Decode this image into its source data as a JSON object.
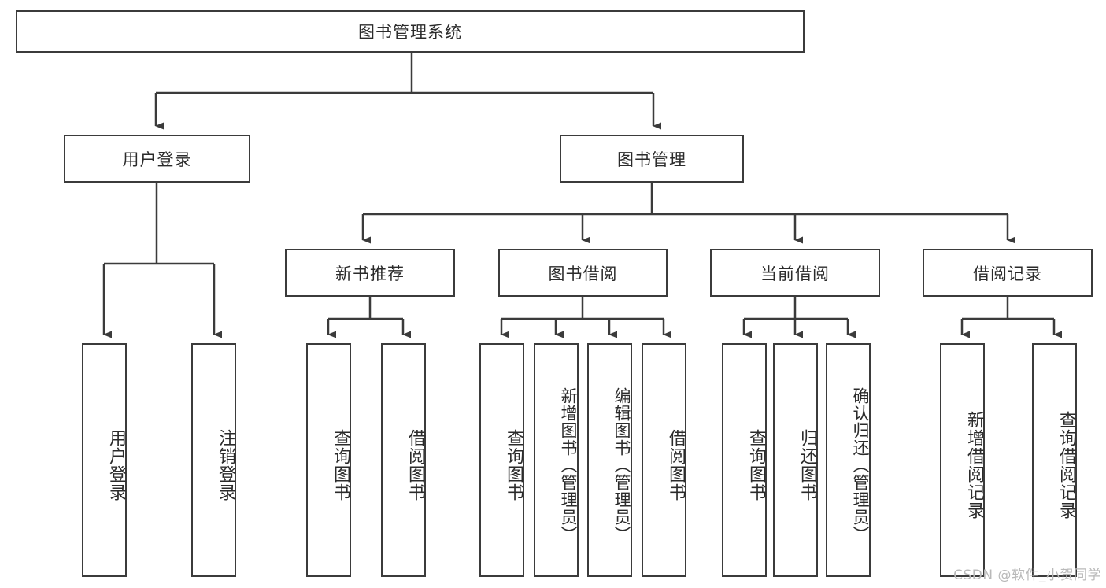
{
  "diagram": {
    "title": "图书管理系统",
    "type": "tree-hierarchy",
    "root": {
      "label": "图书管理系统"
    },
    "level2": [
      {
        "label": "用户登录"
      },
      {
        "label": "图书管理"
      }
    ],
    "level3": [
      {
        "label": "新书推荐"
      },
      {
        "label": "图书借阅"
      },
      {
        "label": "当前借阅"
      },
      {
        "label": "借阅记录"
      }
    ],
    "leaves": {
      "user_login": [
        {
          "label": "用户登录"
        },
        {
          "label": "注销登录"
        }
      ],
      "new_book_recommend": [
        {
          "label": "查询图书"
        },
        {
          "label": "借阅图书"
        }
      ],
      "book_borrow": [
        {
          "label": "查询图书"
        },
        {
          "label": "新增图书（管理员）"
        },
        {
          "label": "编辑图书（管理员）"
        },
        {
          "label": "借阅图书"
        }
      ],
      "current_borrow": [
        {
          "label": "查询图书"
        },
        {
          "label": "归还图书"
        },
        {
          "label": "确认归还（管理员）"
        }
      ],
      "borrow_record": [
        {
          "label": "新增借阅记录"
        },
        {
          "label": "查询借阅记录"
        }
      ]
    }
  },
  "watermark": {
    "text": "CSDN @软件_小贺同学"
  },
  "colors": {
    "border": "#3b3b3b",
    "text": "#2b2b2b",
    "background": "#ffffff",
    "watermark": "#b9b9b9"
  }
}
